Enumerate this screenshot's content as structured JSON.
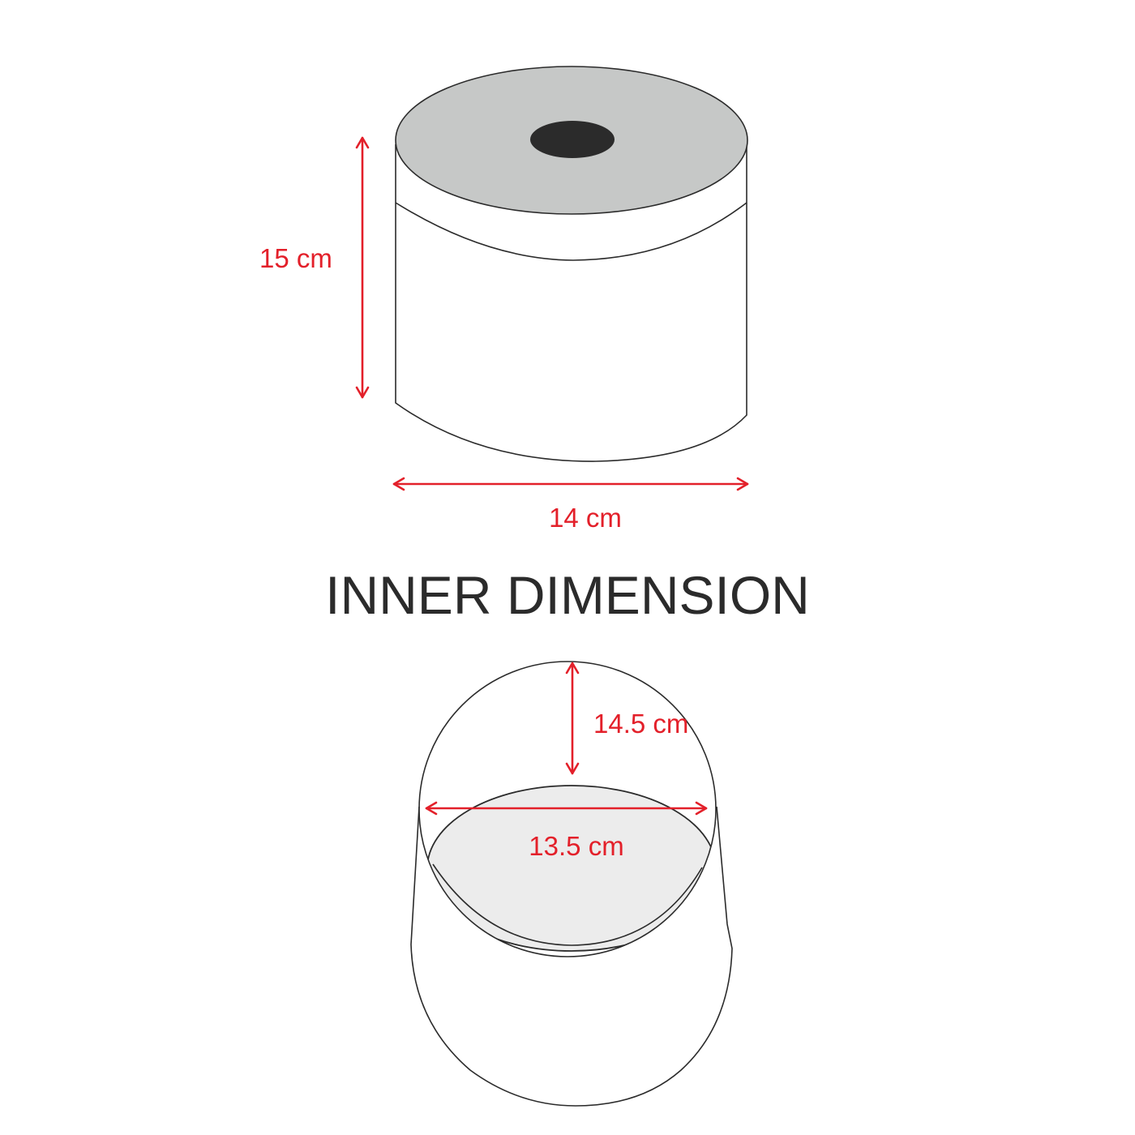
{
  "outer_view": {
    "height_label": "15 cm",
    "width_label": "14 cm"
  },
  "section_title": "INNER DIMENSION",
  "inner_view": {
    "depth_label": "14.5 cm",
    "diameter_label": "13.5 cm"
  },
  "colors": {
    "dimension": "#e3202a",
    "outline": "#2b2b2b",
    "top_face": "#c6c8c7",
    "core_hole": "#2b2b2b",
    "inner_floor": "#ececec"
  }
}
